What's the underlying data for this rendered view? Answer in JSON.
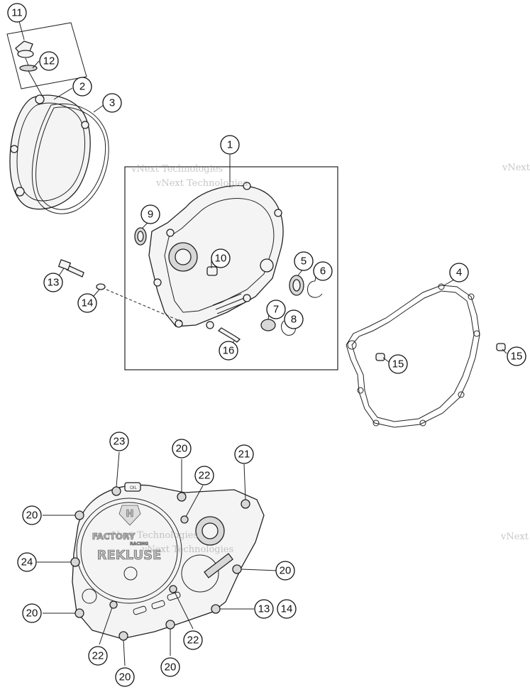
{
  "watermarks": {
    "label": "vNext Technologies"
  },
  "cover_logo": {
    "brand_mark": "H",
    "line1": "FACTORY",
    "line1_small": "RACING",
    "line2": "REKLUSE",
    "oil_label": "OIL"
  },
  "callouts": [
    {
      "id": "c11",
      "label": "11"
    },
    {
      "id": "c12",
      "label": "12"
    },
    {
      "id": "c2",
      "label": "2"
    },
    {
      "id": "c3",
      "label": "3"
    },
    {
      "id": "c1",
      "label": "1"
    },
    {
      "id": "c9",
      "label": "9"
    },
    {
      "id": "c10",
      "label": "10"
    },
    {
      "id": "c5",
      "label": "5"
    },
    {
      "id": "c6",
      "label": "6"
    },
    {
      "id": "c7",
      "label": "7"
    },
    {
      "id": "c8",
      "label": "8"
    },
    {
      "id": "c16",
      "label": "16"
    },
    {
      "id": "c13a",
      "label": "13"
    },
    {
      "id": "c14a",
      "label": "14"
    },
    {
      "id": "c4",
      "label": "4"
    },
    {
      "id": "c15a",
      "label": "15"
    },
    {
      "id": "c15b",
      "label": "15"
    },
    {
      "id": "c23",
      "label": "23"
    },
    {
      "id": "c20a",
      "label": "20"
    },
    {
      "id": "c21",
      "label": "21"
    },
    {
      "id": "c22a",
      "label": "22"
    },
    {
      "id": "c20b",
      "label": "20"
    },
    {
      "id": "c24",
      "label": "24"
    },
    {
      "id": "c20c",
      "label": "20"
    },
    {
      "id": "c20d",
      "label": "20"
    },
    {
      "id": "c13b",
      "label": "13"
    },
    {
      "id": "c14b",
      "label": "14"
    },
    {
      "id": "c22b",
      "label": "22"
    },
    {
      "id": "c22c",
      "label": "22"
    },
    {
      "id": "c20e",
      "label": "20"
    },
    {
      "id": "c20f",
      "label": "20"
    }
  ]
}
